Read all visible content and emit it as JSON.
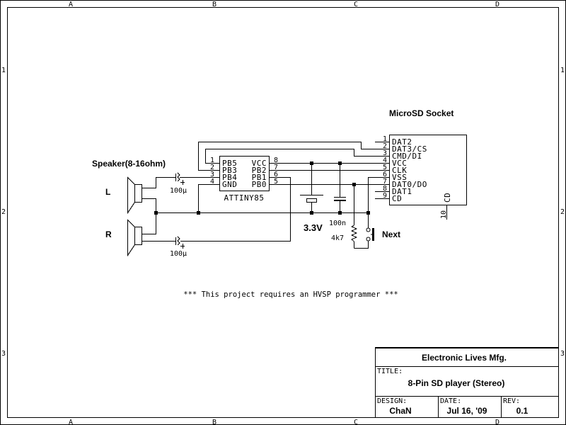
{
  "frame": {
    "column_labels": [
      "A",
      "B",
      "C",
      "D"
    ],
    "row_labels": [
      "1",
      "2",
      "3"
    ]
  },
  "mcu": {
    "name": "ATTINY85",
    "left_pins": [
      {
        "num": "1",
        "label": "PB5"
      },
      {
        "num": "2",
        "label": "PB3"
      },
      {
        "num": "3",
        "label": "PB4"
      },
      {
        "num": "4",
        "label": "GND"
      }
    ],
    "right_pins": [
      {
        "num": "8",
        "label": "VCC"
      },
      {
        "num": "7",
        "label": "PB2"
      },
      {
        "num": "6",
        "label": "PB1"
      },
      {
        "num": "5",
        "label": "PB0"
      }
    ]
  },
  "sd_socket": {
    "title": "MicroSD Socket",
    "pins": [
      {
        "num": "1",
        "label": "DAT2"
      },
      {
        "num": "2",
        "label": "DAT3/CS"
      },
      {
        "num": "3",
        "label": "CMD/DI"
      },
      {
        "num": "4",
        "label": "VCC"
      },
      {
        "num": "5",
        "label": "CLK"
      },
      {
        "num": "6",
        "label": "VSS"
      },
      {
        "num": "7",
        "label": "DAT0/DO"
      },
      {
        "num": "8",
        "label": "DAT1"
      },
      {
        "num": "9",
        "label": "CD"
      }
    ],
    "bottom_pin": {
      "num": "10",
      "label": "CD"
    }
  },
  "speakers": {
    "title": "Speaker(8-16ohm)",
    "left_label": "L",
    "right_label": "R",
    "cap_left": "100µ",
    "cap_right": "100µ"
  },
  "power": {
    "battery_label": "3.3V",
    "cap_label": "100n",
    "resistor_label": "4k7",
    "button_label": "Next"
  },
  "note": "*** This project requires an HVSP programmer ***",
  "title_block": {
    "company": "Electronic Lives Mfg.",
    "title_caption": "TITLE:",
    "title": "8-Pin SD player (Stereo)",
    "design_caption": "DESIGN:",
    "design": "ChaN",
    "date_caption": "DATE:",
    "date": "Jul 16, '09",
    "rev_caption": "REV:",
    "rev": "0.1"
  }
}
